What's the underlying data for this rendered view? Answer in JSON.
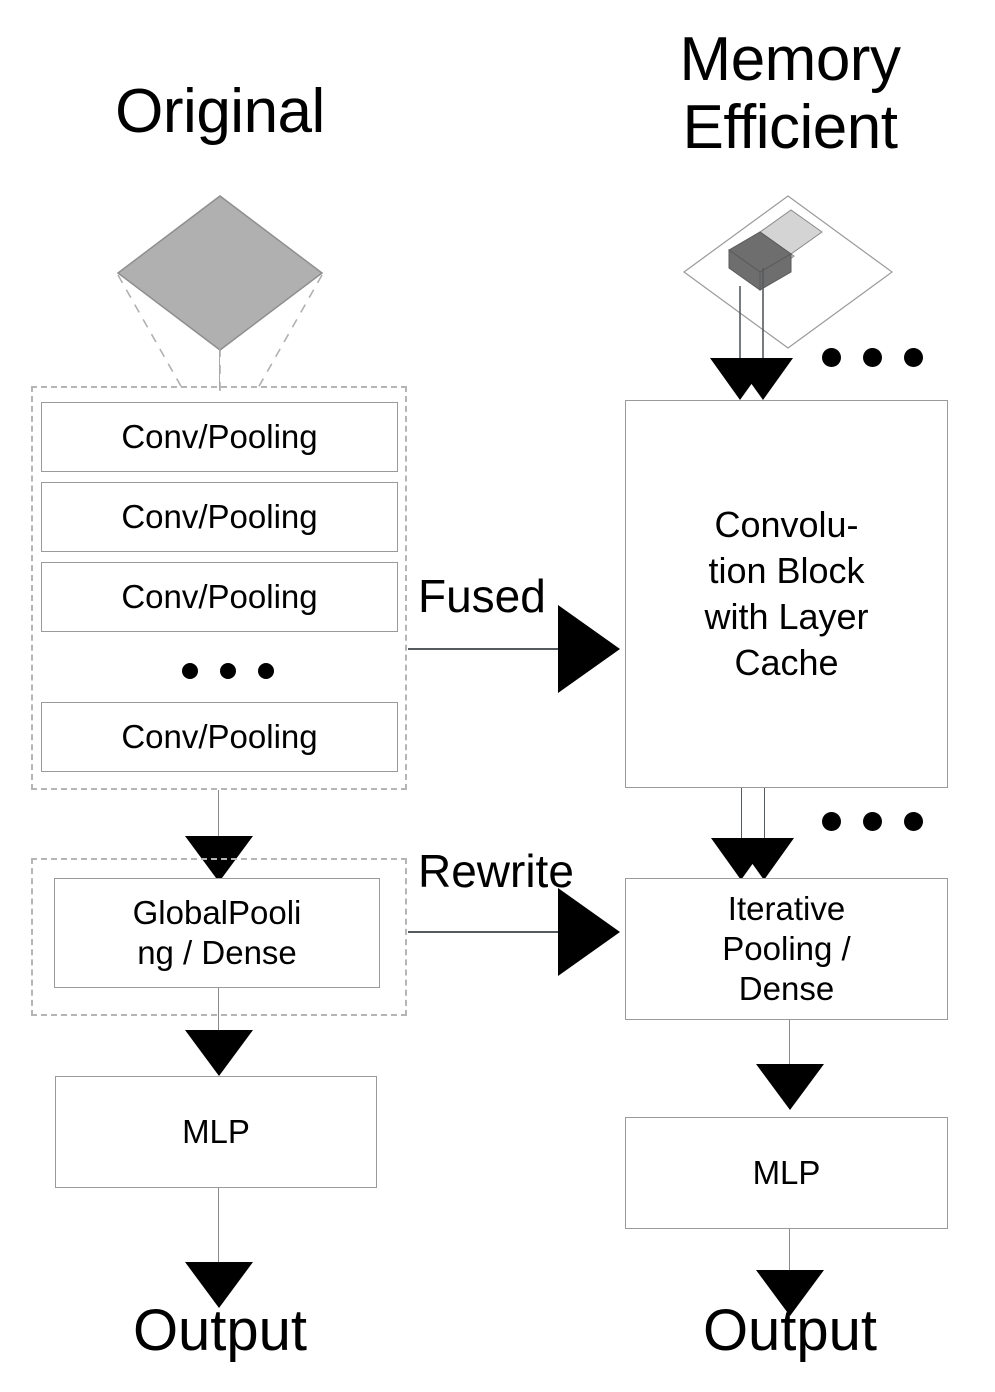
{
  "figure": {
    "type": "flow-diagram",
    "background": "#ffffff",
    "stroke_color": "#555a5e",
    "box_border_color": "#9a9a9a",
    "dashed_group_color": "#b5b5b5"
  },
  "columns": {
    "left": {
      "title": "Original",
      "group_conv": {
        "boxes": [
          {
            "label": "Conv/Pooling"
          },
          {
            "label": "Conv/Pooling"
          },
          {
            "label": "Conv/Pooling"
          },
          {
            "label": "Conv/Pooling"
          }
        ],
        "ellipsis": "• • •"
      },
      "pooling_box": {
        "line1": "GlobalPooli",
        "line2": "ng / Dense"
      },
      "mlp_box": {
        "label": "MLP"
      },
      "output": "Output",
      "tensor": {
        "name": "input-tensor-filled",
        "fill": "#b0b0b0",
        "stroke": "#8a8a8a"
      }
    },
    "right": {
      "title": "Memory\nEfficient",
      "conv_block": {
        "line1": "Convolu-",
        "line2": "tion Block",
        "line3": "with Layer",
        "line4": "Cache"
      },
      "pooling_box": {
        "line1": "Iterative",
        "line2": "Pooling /",
        "line3": "Dense"
      },
      "mlp_box": {
        "label": "MLP"
      },
      "output": "Output",
      "tensor": {
        "name": "input-tensor-tiled",
        "outline_stroke": "#9a9a9a",
        "tile_dark": "#6e6e6e",
        "tile_light": "#d4d4d4"
      },
      "ellipsis_top": "• • •",
      "ellipsis_mid": "• • •"
    }
  },
  "transforms": [
    {
      "label": "Fused"
    },
    {
      "label": "Rewrite"
    }
  ]
}
